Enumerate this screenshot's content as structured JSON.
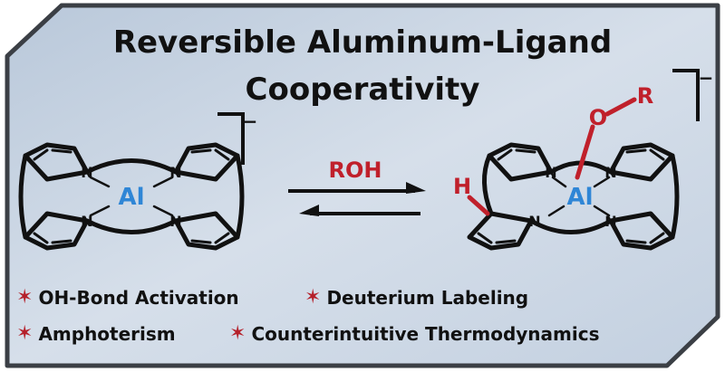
{
  "title_line1": "Reversible Aluminum-Ligand",
  "title_line2": "Cooperativity",
  "left_complex": {
    "metal": "Al",
    "charge": "−",
    "atoms": [
      "N",
      "N",
      "N",
      "N"
    ]
  },
  "reagent": "ROH",
  "right_complex": {
    "metal": "Al",
    "charge": "−",
    "atoms": [
      "N",
      "N",
      "N",
      "N"
    ],
    "hydrogen": "H",
    "oxygen": "O",
    "group": "R"
  },
  "bullets": [
    "OH-Bond Activation",
    "Deuterium Labeling",
    "Amphoterism",
    "Counterintuitive Thermodynamics"
  ],
  "colors": {
    "panel": "#c5d2e2",
    "border": "#3b3f45",
    "aluminum": "#2f86d6",
    "accent": "#c0202b",
    "ink": "#111111"
  }
}
